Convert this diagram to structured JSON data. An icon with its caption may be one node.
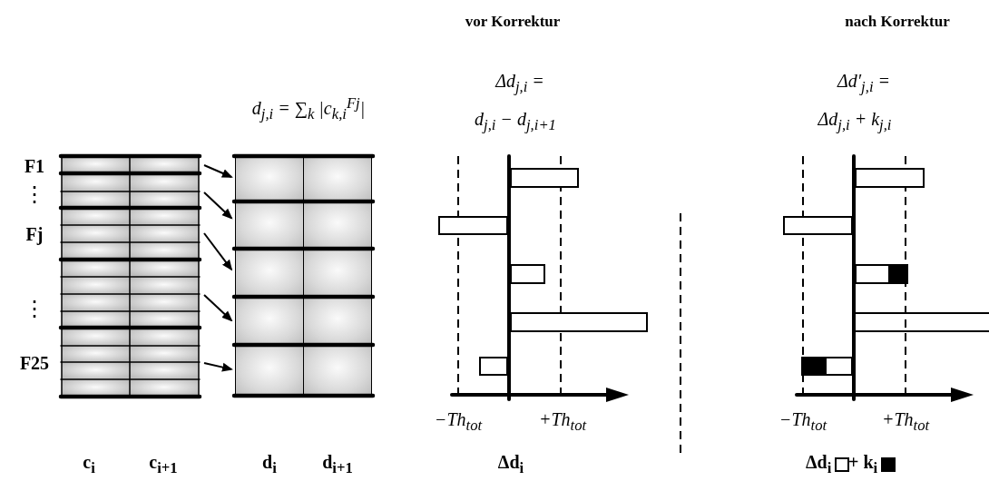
{
  "diagram": {
    "nodes": [
      {
        "text": [],
        "shape": "box"
      },
      {
        "text": [],
        "shape": "box"
      },
      {
        "text": [],
        "shape": "box"
      },
      {
        "text": [],
        "shape": "box"
      },
      {
        "text": [],
        "shape": "box"
      }
    ],
    "edges": [
      {
        "from": null,
        "to": 0,
        "arrow": "to"
      },
      {
        "from": null,
        "to": 1,
        "arrow": "to"
      },
      {
        "from": null,
        "to": 2,
        "arrow": "to"
      },
      {
        "from": null,
        "to": 3,
        "arrow": "to"
      },
      {
        "from": null,
        "to": 4,
        "arrow": "to"
      }
    ],
    "labels": [
      "vor Korrektur",
      "nach Korrektur",
      "d$_{j,i}$ = ∑$_{k}$ |c$_{k,i}$$^{Fj}$|",
      "Δd$_{j,i}$ =",
      "d$_{j,i}$ − d$_{j,i+1}$",
      "Δd′$_{j,i}$ =",
      "Δd$_{j,i}$ + k$_{j,i}$",
      "F1",
      "⋮",
      "Fj",
      "⋮",
      "F25",
      "−Th$_{tot}$",
      "+Th$_{tot}$",
      "−Th$_{tot}$",
      "+Th$_{tot}$",
      "c$_{i}$",
      "c$_{i+1}$",
      "d$_{i}$",
      "d$_{i+1}$",
      "Δd$_{i}$"
    ],
    "legend": [
      {
        "text": "Δd$_{i}$",
        "color": "#ffffff"
      },
      {
        "text": "+ k$_{i}$",
        "color": "#000000"
      }
    ]
  }
}
